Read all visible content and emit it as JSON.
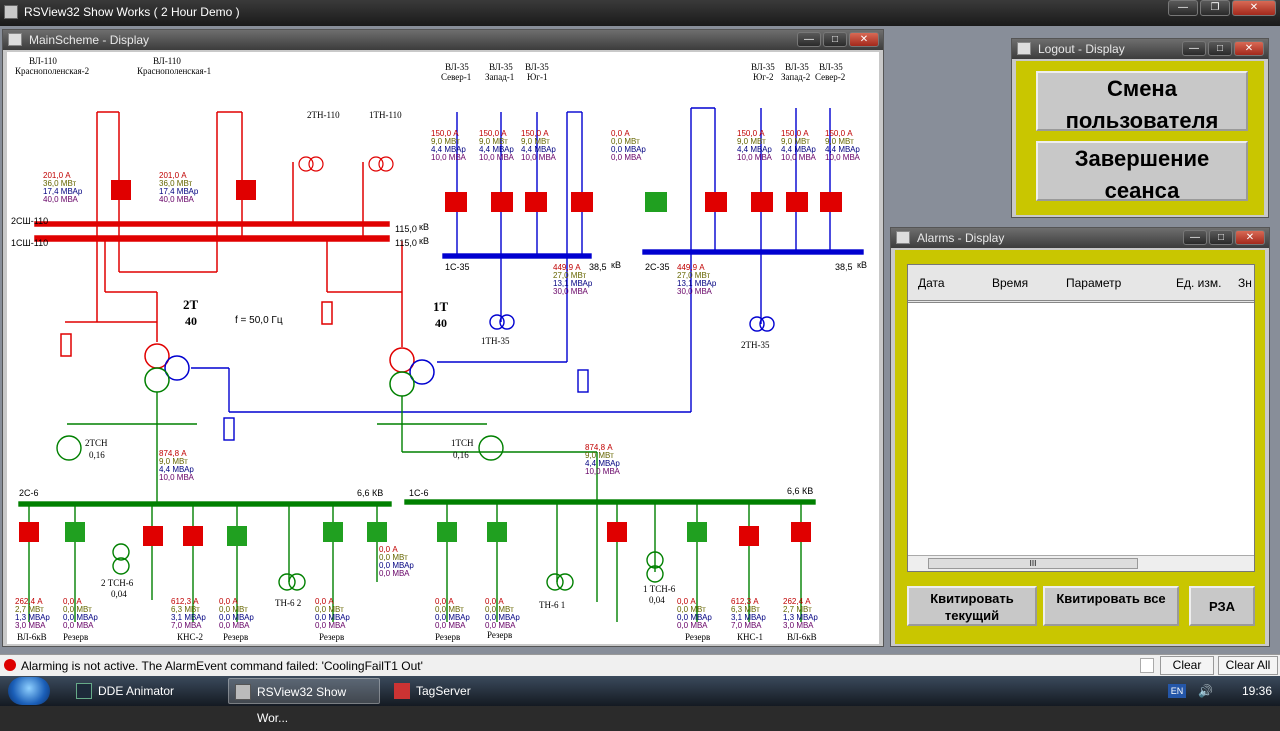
{
  "app": {
    "title": "RSView32 Show Works ( 2 Hour Demo )"
  },
  "main": {
    "title": "MainScheme - Display",
    "labels": {
      "vl110_1": "ВЛ-110",
      "vl110_1b": "Краснополенская-2",
      "vl110_2": "ВЛ-110",
      "vl110_2b": "Краснополенская-1",
      "tn110_2": "2ТН-110",
      "tn110_1": "1ТН-110",
      "bus_2sh": "2СШ-110",
      "bus_1sh": "1СШ-110",
      "kv115a": "115,0",
      "kv115b": "115,0",
      "kv_unit": "кВ",
      "t2": "2Т",
      "t2n": "40",
      "t1": "1Т",
      "t1n": "40",
      "freq": "f =  50,0 Гц",
      "tsn2": "2ТСН",
      "tsn2n": "0,16",
      "tsn1": "1ТСН",
      "tsn1n": "0,16",
      "vl35_1": "ВЛ-35",
      "vl35_1b": "Север-1",
      "vl35_2": "ВЛ-35",
      "vl35_2b": "Запад-1",
      "vl35_3": "ВЛ-35",
      "vl35_3b": "Юг-1",
      "vl35_4": "ВЛ-35",
      "vl35_4b": "Юг-2",
      "vl35_5": "ВЛ-35",
      "vl35_5b": "Запад-2",
      "vl35_6": "ВЛ-35",
      "vl35_6b": "Север-2",
      "bus_1s35": "1С-35",
      "bus_2s35": "2С-35",
      "kv385a": "38,5",
      "kv385b": "38,5",
      "tn35_1": "1ТН-35",
      "tn35_2": "2ТН-35",
      "bus_2s6": "2С-6",
      "bus_1s6": "1С-6",
      "kv66a": "6,6 КВ",
      "kv66b": "6,6 КВ",
      "tsn6_2": "2 ТСН-6",
      "tsn6_2n": "0,04",
      "tsn6_1": "1 ТСН-6",
      "tsn6_1n": "0,04",
      "tn6_2": "ТН-6 2",
      "tn6_1": "ТН-6 1",
      "f_vl6": "ВЛ-6кВ",
      "f_rez1": "Резерв",
      "f_kns2": "КНС-2",
      "f_rez2": "Резерв",
      "f_rez3": "Резерв",
      "f_rez4": "Резерв",
      "f_rez5": "Резерв",
      "f_rez6": "Резерв",
      "f_kns1": "КНС-1",
      "f_vl6b": "ВЛ-6кВ"
    },
    "meas": [
      {
        "id": "m110a",
        "v": [
          "201,0",
          "36,0",
          "17,4",
          "40,0"
        ],
        "u": [
          "А",
          "МВт",
          "МВАр",
          "МВА"
        ]
      },
      {
        "id": "m110b",
        "v": [
          "201,0",
          "36,0",
          "17,4",
          "40,0"
        ],
        "u": [
          "А",
          "МВт",
          "МВАр",
          "МВА"
        ]
      },
      {
        "id": "m35a",
        "v": [
          "150,0",
          "9,0",
          "4,4",
          "10,0"
        ],
        "u": [
          "А",
          "МВт",
          "МВАр",
          "МВА"
        ]
      },
      {
        "id": "m35b",
        "v": [
          "150,0",
          "9,0",
          "4,4",
          "10,0"
        ],
        "u": [
          "А",
          "МВт",
          "МВАр",
          "МВА"
        ]
      },
      {
        "id": "m35c",
        "v": [
          "150,0",
          "9,0",
          "4,4",
          "10,0"
        ],
        "u": [
          "А",
          "МВт",
          "МВАр",
          "МВА"
        ]
      },
      {
        "id": "m35d",
        "v": [
          "0,0",
          "0,0",
          "0,0",
          "0,0"
        ],
        "u": [
          "А",
          "МВт",
          "МВАр",
          "МВА"
        ]
      },
      {
        "id": "m35e",
        "v": [
          "150,0",
          "9,0",
          "4,4",
          "10,0"
        ],
        "u": [
          "А",
          "МВт",
          "МВАр",
          "МВА"
        ]
      },
      {
        "id": "m35f",
        "v": [
          "150,0",
          "9,0",
          "4,4",
          "10,0"
        ],
        "u": [
          "А",
          "МВт",
          "МВАр",
          "МВА"
        ]
      },
      {
        "id": "m35g",
        "v": [
          "150,0",
          "9,0",
          "4,4",
          "10,0"
        ],
        "u": [
          "А",
          "МВт",
          "МВАр",
          "МВА"
        ]
      },
      {
        "id": "m35t2",
        "v": [
          "449,9",
          "27,0",
          "13,1",
          "30,0"
        ],
        "u": [
          "А",
          "МВт",
          "МВАр",
          "МВА"
        ]
      },
      {
        "id": "m35t1",
        "v": [
          "449,9",
          "27,0",
          "13,1",
          "30,0"
        ],
        "u": [
          "А",
          "МВт",
          "МВАр",
          "МВА"
        ]
      },
      {
        "id": "m6t2",
        "v": [
          "874,8",
          "9,0",
          "4,4",
          "10,0"
        ],
        "u": [
          "А",
          "МВт",
          "МВАр",
          "МВА"
        ]
      },
      {
        "id": "m6t1",
        "v": [
          "874,8",
          "9,0",
          "4,4",
          "10,0"
        ],
        "u": [
          "А",
          "МВт",
          "МВАр",
          "МВА"
        ]
      },
      {
        "id": "f1",
        "v": [
          "262,4",
          "2,7",
          "1,3",
          "3,0"
        ],
        "u": [
          "А",
          "МВт",
          "МВАр",
          "МВА"
        ]
      },
      {
        "id": "f2",
        "v": [
          "0,0",
          "0,0",
          "0,0",
          "0,0"
        ],
        "u": [
          "А",
          "МВт",
          "МВАр",
          "МВА"
        ]
      },
      {
        "id": "f3",
        "v": [
          "612,3",
          "6,3",
          "3,1",
          "7,0"
        ],
        "u": [
          "А",
          "МВт",
          "МВАр",
          "МВА"
        ]
      },
      {
        "id": "f4",
        "v": [
          "0,0",
          "0,0",
          "0,0",
          "0,0"
        ],
        "u": [
          "А",
          "МВт",
          "МВАр",
          "МВА"
        ]
      },
      {
        "id": "f5",
        "v": [
          "0,0",
          "0,0",
          "0,0",
          "0,0"
        ],
        "u": [
          "А",
          "МВт",
          "МВАр",
          "МВА"
        ]
      },
      {
        "id": "f6",
        "v": [
          "0,0",
          "0,0",
          "0,0",
          "0,0"
        ],
        "u": [
          "А",
          "МВт",
          "МВАр",
          "МВА"
        ]
      },
      {
        "id": "f7",
        "v": [
          "0,0",
          "0,0",
          "0,0",
          "0,0"
        ],
        "u": [
          "А",
          "МВт",
          "МВАр",
          "МВА"
        ]
      },
      {
        "id": "f8",
        "v": [
          "0,0",
          "0,0",
          "0,0",
          "0,0"
        ],
        "u": [
          "А",
          "МВт",
          "МВАр",
          "МВА"
        ]
      },
      {
        "id": "f9",
        "v": [
          "0,0",
          "0,0",
          "0,0",
          "0,0"
        ],
        "u": [
          "А",
          "МВт",
          "МВАр",
          "МВА"
        ]
      },
      {
        "id": "f10",
        "v": [
          "612,3",
          "6,3",
          "3,1",
          "7,0"
        ],
        "u": [
          "А",
          "МВт",
          "МВАр",
          "МВА"
        ]
      },
      {
        "id": "f11",
        "v": [
          "262,4",
          "2,7",
          "1,3",
          "3,0"
        ],
        "u": [
          "А",
          "МВт",
          "МВАр",
          "МВА"
        ]
      }
    ]
  },
  "logout": {
    "title": "Logout - Display",
    "switch_user": "Смена пользователя",
    "end_session": "Завершение сеанса"
  },
  "alarms": {
    "title": "Alarms - Display",
    "columns": [
      "Дата",
      "Время",
      "Параметр",
      "Ед. изм.",
      "Зн"
    ],
    "ack_current": "Квитировать текущий",
    "ack_all": "Квитировать все",
    "rza": "РЗА",
    "scroll_thumb": "III"
  },
  "status": {
    "message": "Alarming is not active.  The AlarmEvent command failed: 'CoolingFailT1 Out'",
    "clear": "Clear",
    "clear_all": "Clear All"
  },
  "taskbar": {
    "items": [
      "DDE Animator",
      "RSView32 Show Wor...",
      "TagServer"
    ],
    "lang": "EN",
    "clock": "19:36"
  },
  "colors": {
    "red_110": "#e00000",
    "blue_35": "#0000d0",
    "green_6": "#008000",
    "breaker_on": "#e00000",
    "breaker_off": "#20a020",
    "panel_yellow": "#c9c600"
  }
}
